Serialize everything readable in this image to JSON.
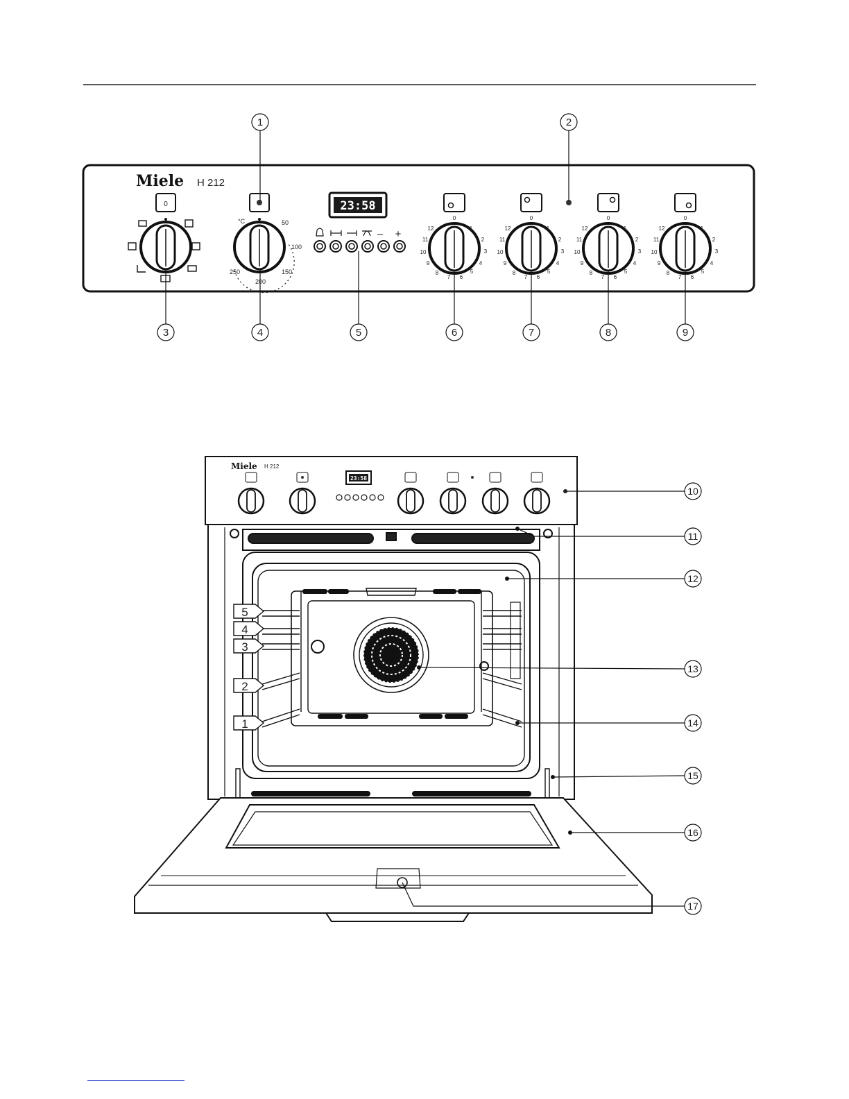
{
  "panel": {
    "brand": "Miele",
    "model": "H 212",
    "display": "23:58",
    "temperature_marks": [
      "°C",
      "50",
      "100",
      "150",
      "200",
      "250"
    ],
    "timer_icons": [
      "bell-icon",
      "cooking-duration-icon",
      "finish-time-icon",
      "rotisserie-icon",
      "minus-icon",
      "plus-icon"
    ],
    "timer_minus": "–",
    "timer_plus": "+",
    "function_selector_zero": "0",
    "hob_scale": [
      "0",
      "1",
      "2",
      "3",
      "4",
      "5",
      "6",
      "7",
      "8",
      "9",
      "10",
      "11",
      "12"
    ],
    "hob_knobs": 4
  },
  "callouts": {
    "top": [
      "1",
      "2",
      "3",
      "4",
      "5",
      "6",
      "7",
      "8",
      "9"
    ],
    "oven": [
      "10",
      "11",
      "12",
      "13",
      "14",
      "15",
      "16",
      "17"
    ],
    "shelf_levels": [
      "5",
      "4",
      "3",
      "2",
      "1"
    ]
  }
}
